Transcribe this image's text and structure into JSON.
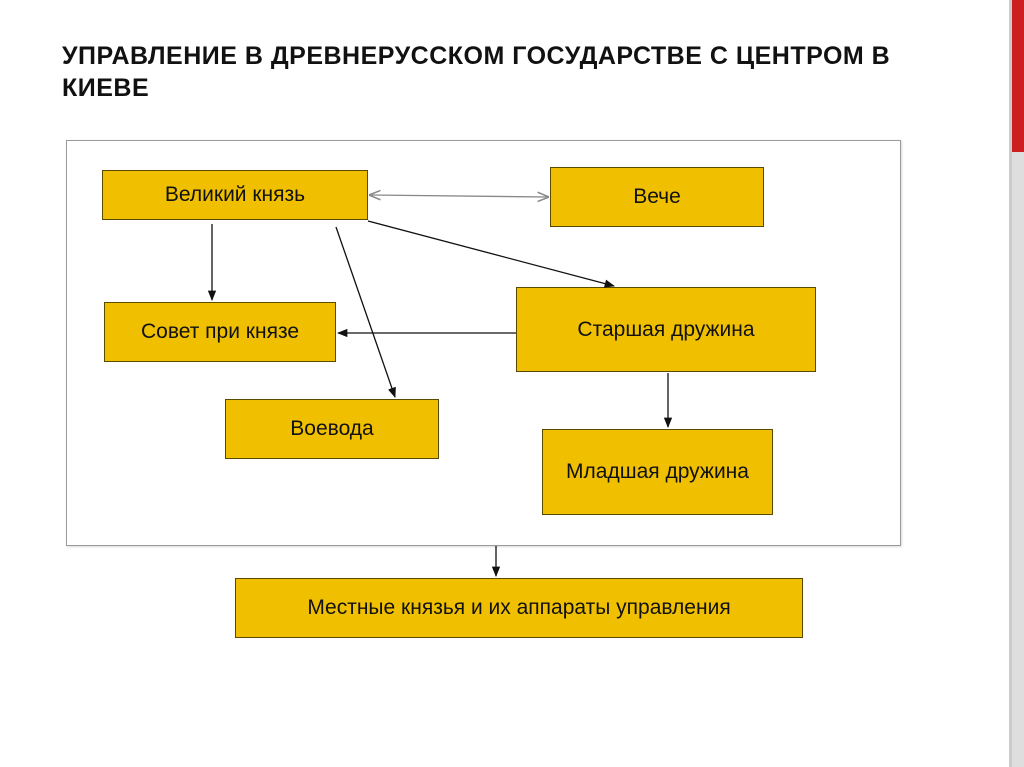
{
  "slide": {
    "title": "УПРАВЛЕНИЕ В ДРЕВНЕРУССКОМ ГОСУДАРСТВЕ С ЦЕНТРОМ В КИЕВЕ"
  },
  "diagram": {
    "nodes": {
      "grand_prince": "Великий князь",
      "veche": "Вече",
      "council": "Совет при князе",
      "senior_druzhina": "Старшая дружина",
      "voevoda": "Воевода",
      "junior_druzhina": "Младшая дружина",
      "local_princes": "Местные князья и их аппараты управления"
    },
    "edges": [
      {
        "from": "grand_prince",
        "to": "veche",
        "style": "bidirectional"
      },
      {
        "from": "grand_prince",
        "to": "council"
      },
      {
        "from": "grand_prince",
        "to": "voevoda"
      },
      {
        "from": "grand_prince",
        "to": "senior_druzhina"
      },
      {
        "from": "senior_druzhina",
        "to": "council"
      },
      {
        "from": "senior_druzhina",
        "to": "junior_druzhina"
      },
      {
        "from": "frame",
        "to": "local_princes"
      }
    ]
  },
  "colors": {
    "box_fill": "#f0c000",
    "accent_red": "#cc1f1f"
  }
}
